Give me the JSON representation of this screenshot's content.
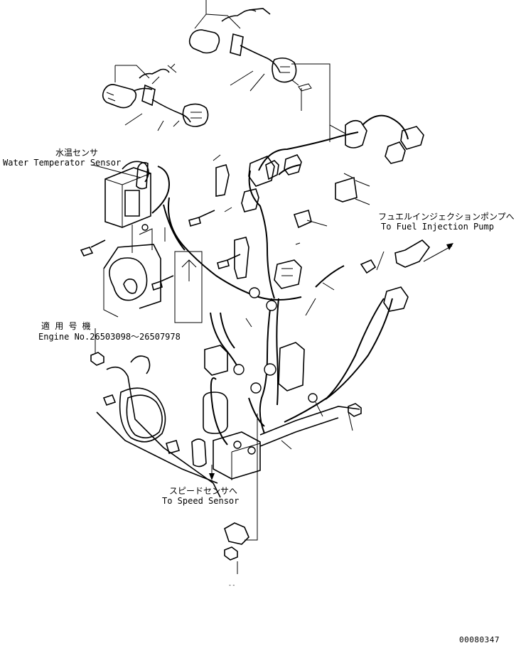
{
  "labels": {
    "water_sensor_jp": "水温センサ",
    "water_sensor_en": "Water Temperator Sensor",
    "fuel_pump_jp": "フュエルインジェクションポンプへ",
    "fuel_pump_en": "To Fuel Injection Pump",
    "applicable_jp": "適 用 号 機",
    "engine_no": "Engine No.26503098～26507978",
    "speed_sensor_jp": "スピードセンサへ",
    "speed_sensor_en": "To Speed Sensor",
    "drawing_no": "00080347"
  }
}
